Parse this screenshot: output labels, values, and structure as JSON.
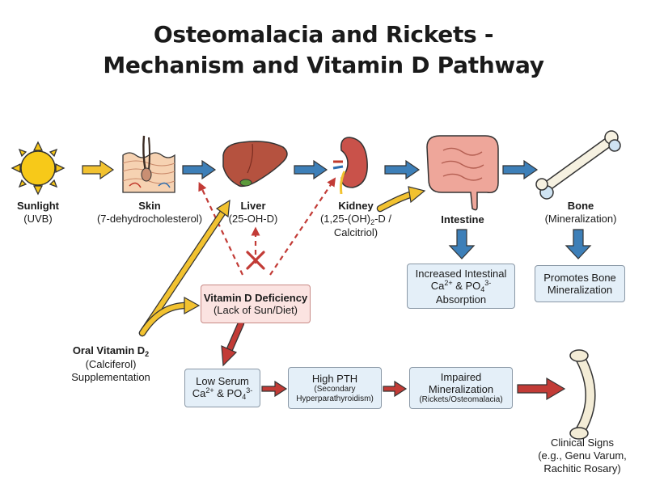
{
  "title": {
    "line1": "Osteomalacia and Rickets -",
    "line2": "Mechanism and Vitamin D Pathway"
  },
  "steps": {
    "sunlight": {
      "name": "Sunlight",
      "detail": "(UVB)",
      "icon": "sun-icon"
    },
    "skin": {
      "name": "Skin",
      "detail": "(7-dehydrocholesterol)",
      "icon": "skin-icon"
    },
    "liver": {
      "name": "Liver",
      "detail": "(25-OH-D)",
      "icon": "liver-icon"
    },
    "kidney": {
      "name": "Kidney",
      "detail_a": "(1,25-(OH)",
      "detail_sub": "2",
      "detail_b": "-D /",
      "detail2": "Calcitriol)",
      "icon": "kidney-icon"
    },
    "intestine": {
      "name": "Intestine",
      "icon": "intestine-icon"
    },
    "bone": {
      "name": "Bone",
      "detail": "(Mineralization)",
      "icon": "bone-icon"
    }
  },
  "boxes": {
    "absorption": {
      "line1": "Increased Intestinal",
      "line2_a": "Ca",
      "line2_sup1": "2+",
      "line2_b": " & PO",
      "line2_sub": "4",
      "line2_sup2": "3-",
      "line3": "Absorption"
    },
    "promotes": {
      "line1": "Promotes Bone",
      "line2": "Mineralization"
    },
    "deficiency": {
      "line1": "Vitamin D Deficiency",
      "line2": "(Lack of Sun/Diet)"
    },
    "low_serum": {
      "line1": "Low Serum",
      "line2_a": "Ca",
      "line2_sup1": "2+",
      "line2_b": " & PO",
      "line2_sub": "4",
      "line2_sup2": "3-"
    },
    "high_pth": {
      "line1": "High PTH",
      "line2": "(Secondary",
      "line3": "Hyperparathyroidism)"
    },
    "impaired": {
      "line1": "Impaired",
      "line2": "Mineralization",
      "line3": "(Rickets/Osteomalacia)"
    }
  },
  "oral": {
    "line1_a": "Oral Vitamin D",
    "line1_sub": "2",
    "line2": "(Calciferol)",
    "line3": "Supplementation"
  },
  "clinical": {
    "line1": "Clinical Signs",
    "line2": "(e.g., Genu Varum,",
    "line3": "Rachitic Rosary)",
    "icon": "bowed-bone-icon"
  },
  "colors": {
    "blue_arrow": "#3d7fb8",
    "yellow_arrow": "#f2c230",
    "red_arrow": "#c23b36",
    "blue_box": "#e4eff8",
    "red_box": "#fbe3e1"
  }
}
